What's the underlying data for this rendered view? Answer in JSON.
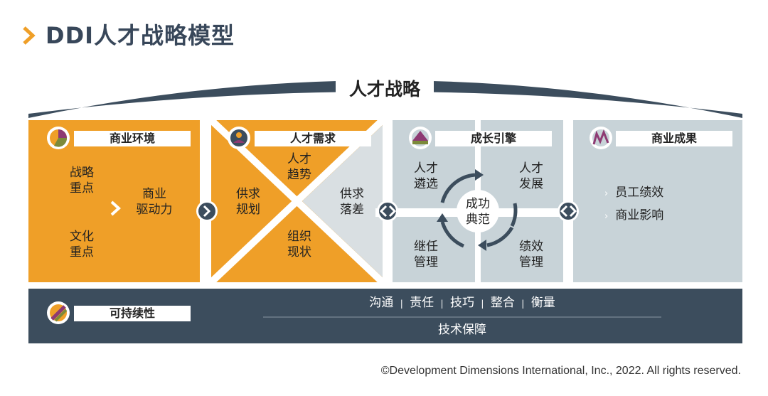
{
  "title": "DDI人才战略模型",
  "strategy": "人才战略",
  "panels": {
    "business_environment": {
      "header": "商业环境",
      "strategic_focus": [
        "战略",
        "重点"
      ],
      "cultural_focus": [
        "文化",
        "重点"
      ],
      "business_drivers": [
        "商业",
        "驱动力"
      ]
    },
    "talent_demand": {
      "header": "人才需求",
      "talent_trend": [
        "人才",
        "趋势"
      ],
      "supply_planning": [
        "供求",
        "规划"
      ],
      "org_status": [
        "组织",
        "现状"
      ],
      "supply_gap": [
        "供求",
        "落差"
      ]
    },
    "growth_engine": {
      "header": "成长引擎",
      "talent_selection": [
        "人才",
        "遴选"
      ],
      "talent_development": [
        "人才",
        "发展"
      ],
      "succession": [
        "继任",
        "管理"
      ],
      "performance": [
        "绩效",
        "管理"
      ],
      "center": [
        "成功",
        "典范"
      ]
    },
    "business_results": {
      "header": "商业成果",
      "items": [
        "员工绩效",
        "商业影响"
      ]
    }
  },
  "sustainability": {
    "header": "可持续性",
    "items": [
      "沟通",
      "责任",
      "技巧",
      "整合",
      "衡量"
    ],
    "separator": "|",
    "tech": "技术保障"
  },
  "copyright": "©Development Dimensions International, Inc., 2022. All rights reserved.",
  "colors": {
    "orange": "#ef9f28",
    "light_gray": "#c8d3d8",
    "slate": "#3c4d5d",
    "title": "#38475a"
  }
}
